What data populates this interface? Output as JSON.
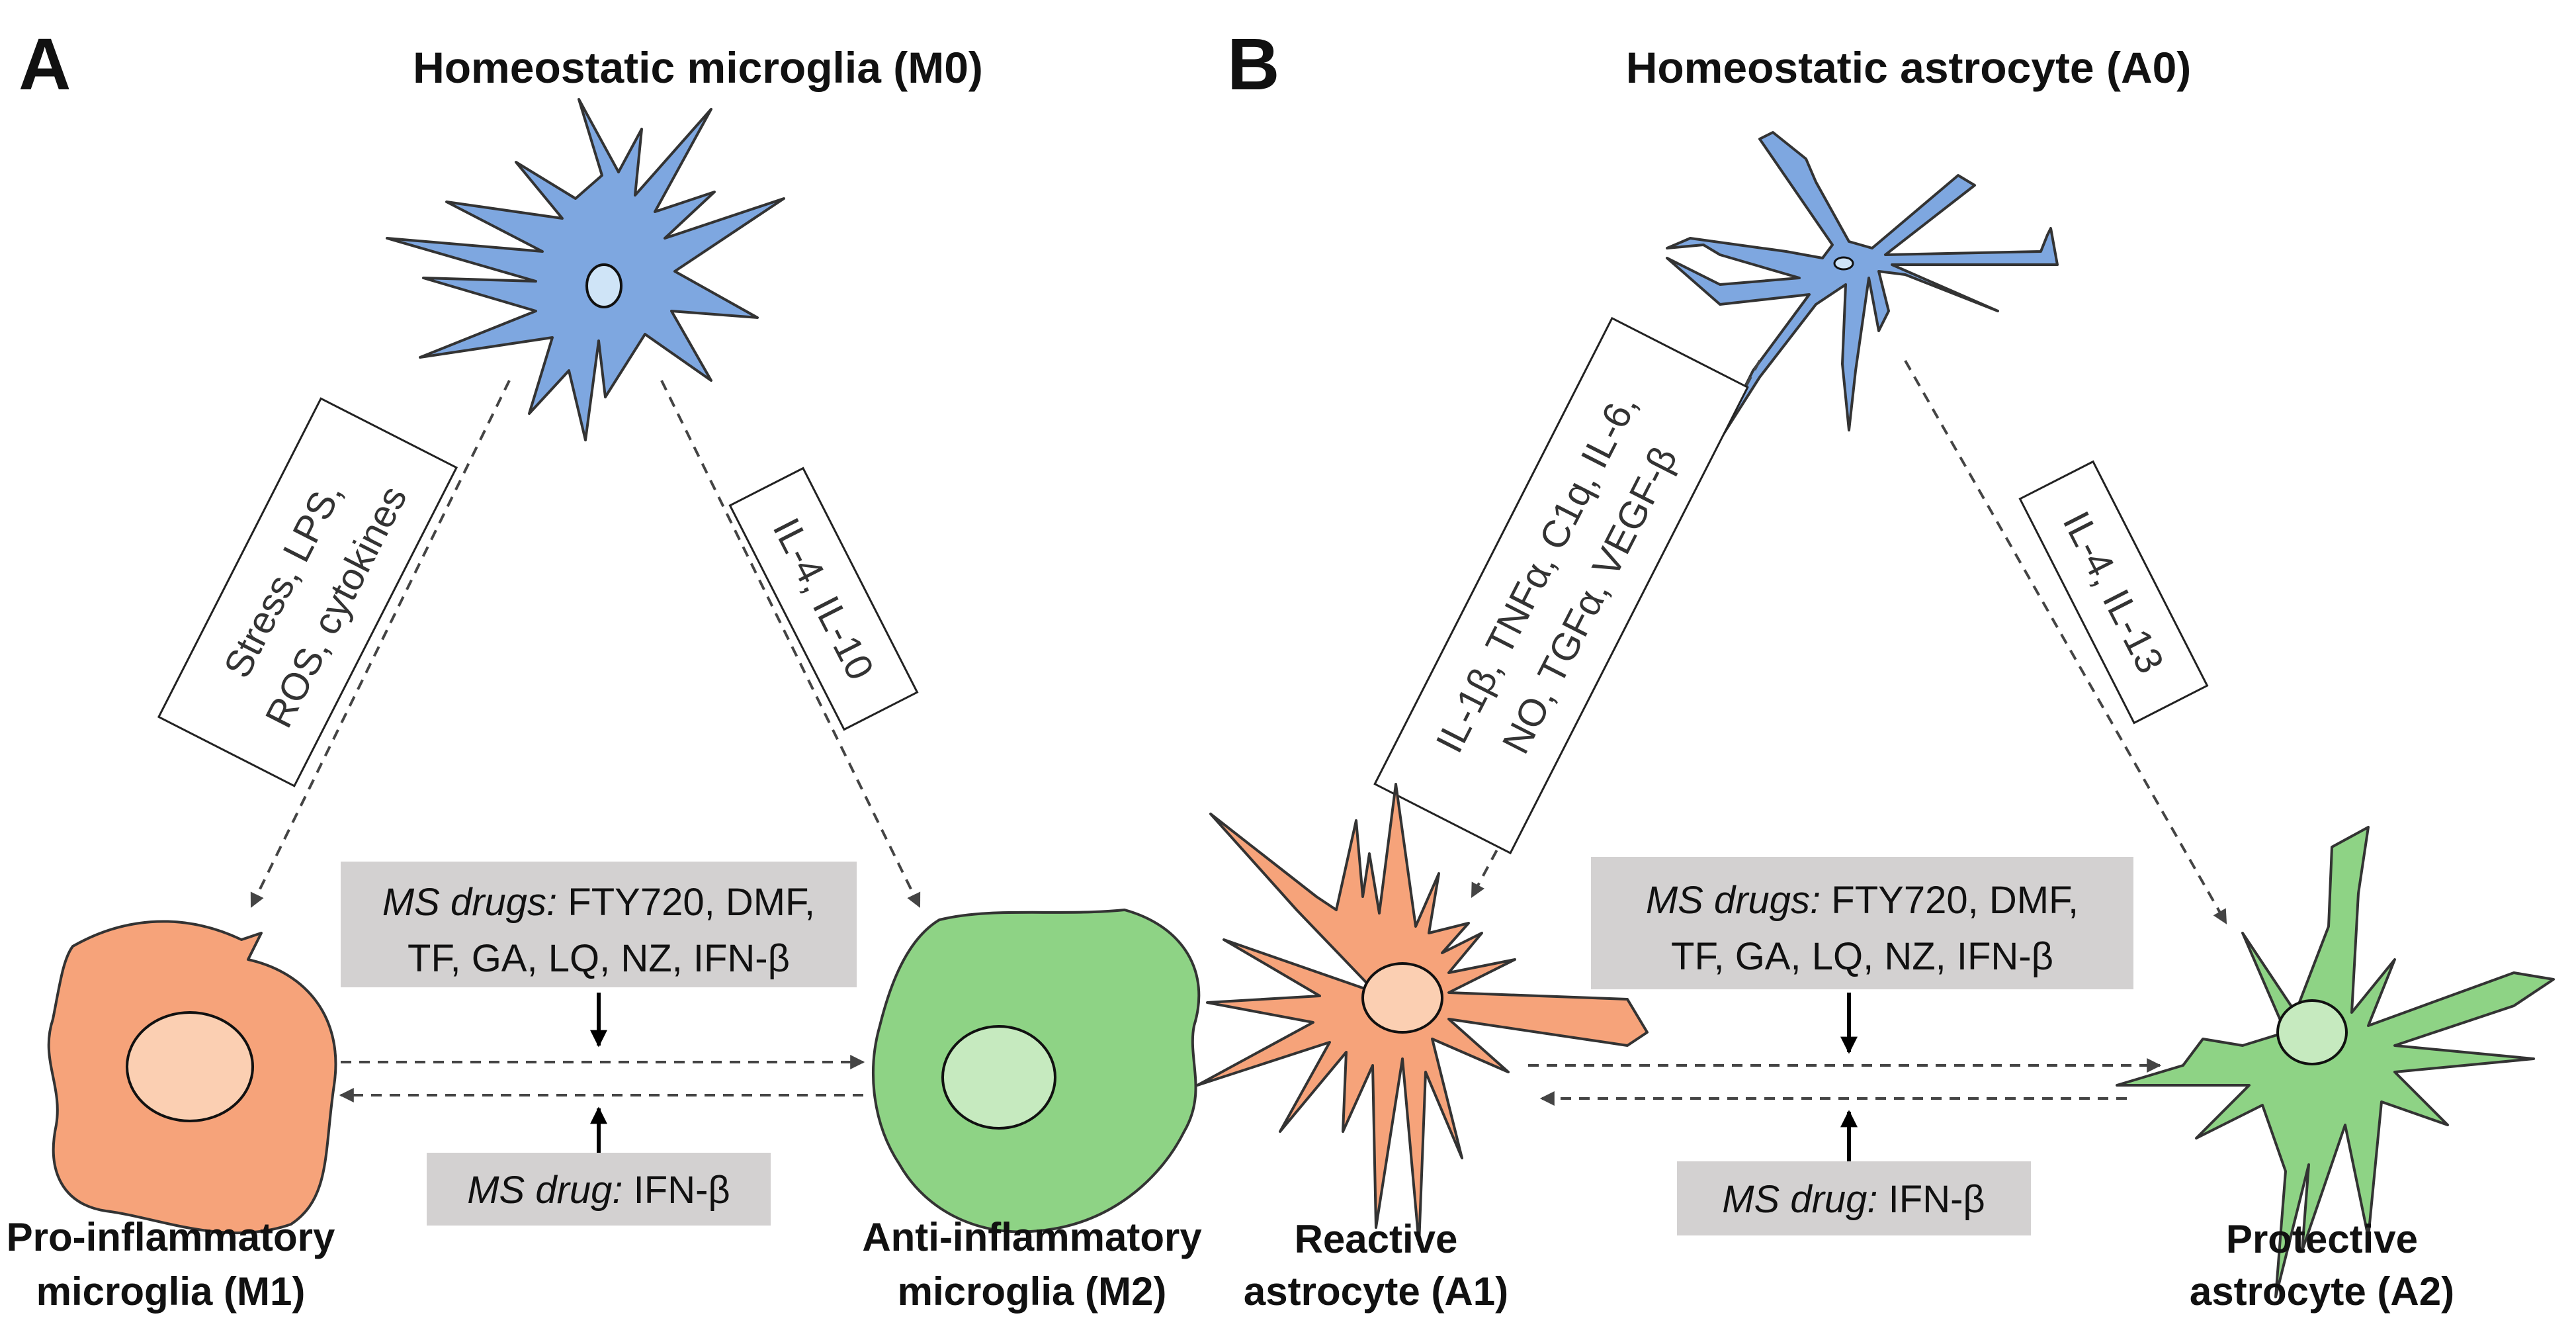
{
  "colors": {
    "homeostatic": "#7ea7e0",
    "homeostatic_nucleus": "#cfe4f7",
    "inflammatory": "#f6a37a",
    "inflammatory_nucleus": "#fbcfb2",
    "protective": "#8ed385",
    "protective_nucleus": "#c6eabf",
    "drug_box": "#d3d1d1",
    "arrow": "#444444"
  },
  "panel_a": {
    "letter": "A",
    "top_title": "Homeostatic microglia (M0)",
    "left_stimulus": [
      "Stress, LPS,",
      "ROS, cytokines"
    ],
    "right_stimulus": [
      "IL-4, IL-10"
    ],
    "drugs_prefix": "MS drugs:",
    "drugs_line1": " FTY720, DMF,",
    "drugs_line2": "TF, GA, LQ, NZ, IFN-β",
    "drug_single_prefix": "MS drug:",
    "drug_single": " IFN-β",
    "left_cell_label": [
      "Pro-inflammatory",
      "microglia (M1)"
    ],
    "right_cell_label": [
      "Anti-inflammatory",
      "microglia (M2)"
    ]
  },
  "panel_b": {
    "letter": "B",
    "top_title": "Homeostatic astrocyte (A0)",
    "left_stimulus": [
      "IL-1β, TNFα, C1q, IL-6,",
      "NO, TGFα, VEGF-β"
    ],
    "right_stimulus": [
      "IL-4, IL-13"
    ],
    "drugs_prefix": "MS drugs:",
    "drugs_line1": " FTY720, DMF,",
    "drugs_line2": "TF, GA, LQ, NZ, IFN-β",
    "drug_single_prefix": "MS drug:",
    "drug_single": " IFN-β",
    "left_cell_label": [
      "Reactive",
      "astrocyte (A1)"
    ],
    "right_cell_label": [
      "Protective",
      "astrocyte (A2)"
    ]
  }
}
